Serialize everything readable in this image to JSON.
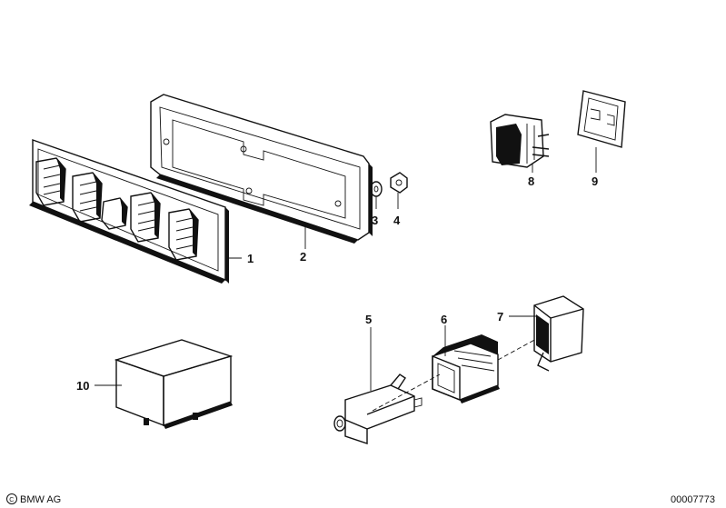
{
  "parts": [
    {
      "number": "1"
    },
    {
      "number": "2"
    },
    {
      "number": "3"
    },
    {
      "number": "4"
    },
    {
      "number": "5"
    },
    {
      "number": "6"
    },
    {
      "number": "7"
    },
    {
      "number": "8"
    },
    {
      "number": "9"
    },
    {
      "number": "10"
    }
  ],
  "footer": {
    "brand": "BMW AG",
    "drawing_number": "00007773"
  }
}
